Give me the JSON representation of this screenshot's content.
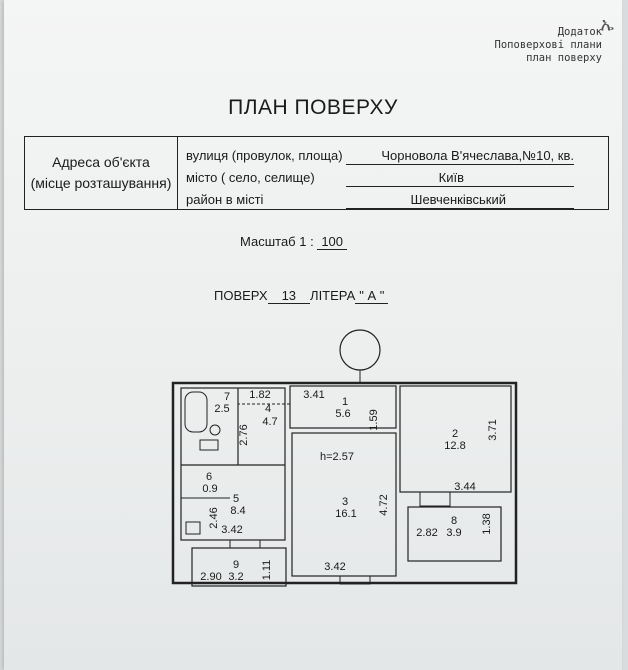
{
  "addendum": [
    "Додаток",
    "Поповерхові плани",
    "план поверху"
  ],
  "title": "ПЛАН ПОВЕРХУ",
  "address": {
    "label_line1": "Адреса об'єкта",
    "label_line2": "(місце розташування)",
    "street_label": "вулиця (провулок, площа)",
    "street_value": "Чорновола В'ячеслава,№10, кв.",
    "city_label": "місто ( село, селище)",
    "city_value": "Київ",
    "district_label": "район в місті",
    "district_value": "Шевченківський"
  },
  "scale": {
    "label": "Масштаб 1 :",
    "value": "100"
  },
  "floor": {
    "label": "ПОВЕРХ",
    "value": "13",
    "litera_label": "ЛІТЕРА",
    "litera_value": "\" А \""
  },
  "plan": {
    "height_label": "h=2.57",
    "rooms": [
      {
        "num": "1",
        "area": "5.6"
      },
      {
        "num": "2",
        "area": "12.8"
      },
      {
        "num": "3",
        "area": "16.1"
      },
      {
        "num": "4",
        "area": "4.7"
      },
      {
        "num": "5",
        "area": "8.4"
      },
      {
        "num": "6",
        "area": "0.9"
      },
      {
        "num": "7",
        "area": "2.5"
      },
      {
        "num": "8",
        "area": "3.9"
      },
      {
        "num": "9",
        "area": "3.2"
      }
    ],
    "dims": [
      "1.82",
      "3.41",
      "1.59",
      "3.71",
      "2.76",
      "3.44",
      "4.72",
      "2.46",
      "3.42",
      "2.82",
      "1.38",
      "2.90",
      "1.11",
      "3.42"
    ]
  }
}
